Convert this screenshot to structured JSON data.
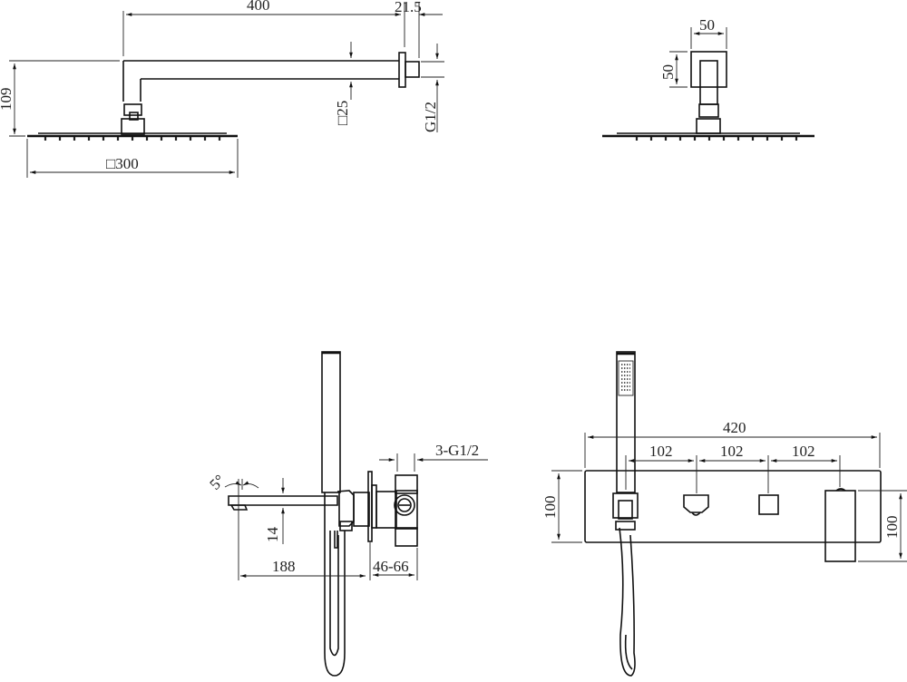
{
  "drawing": {
    "title": "Concealed shower system technical drawing",
    "line_color": "#111111",
    "background": "#ffffff"
  },
  "views": {
    "shower_head_side": {
      "arm_length": "400",
      "wall_flange_depth": "21.5",
      "drop_height": "109",
      "arm_section": "□25",
      "inlet_thread": "G1/2",
      "head_size": "□300"
    },
    "shower_head_front": {
      "flange_width": "50",
      "flange_height": "50"
    },
    "mixer_side": {
      "spout_angle": "5°",
      "spout_height": "14",
      "spout_projection": "188",
      "wall_depth_range": "46-66",
      "inlets": "3-G1/2"
    },
    "mixer_front": {
      "plate_width": "420",
      "spacing_1": "102",
      "spacing_2": "102",
      "spacing_3": "102",
      "plate_height": "100",
      "handle_height": "100"
    }
  }
}
